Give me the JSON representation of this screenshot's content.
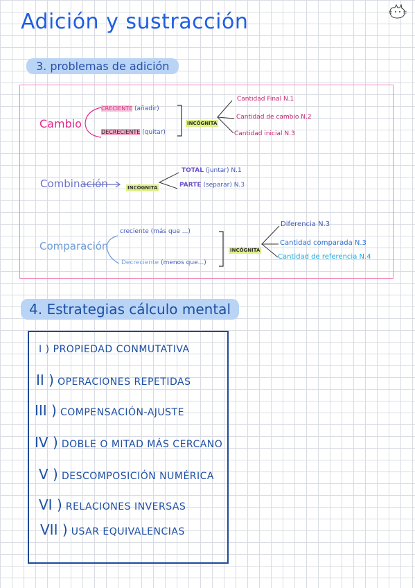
{
  "title": "Adición y sustracción",
  "section3": {
    "heading": "3. problemas de adición",
    "cambio": {
      "label": "Cambio",
      "creciente": "CRECIENTE",
      "creciente_note": "(añadir)",
      "decreciente": "DECRECIENTE",
      "decreciente_note": "(quitar)",
      "incognita": "INCÓGNITA",
      "outcomes": [
        "Cantidad Final N.1",
        "Cantidad de cambio N.2",
        "Cantidad inicial N.3"
      ]
    },
    "combinacion": {
      "label": "Combinación",
      "incognita": "INCÓGNITA",
      "total": "TOTAL",
      "total_note": "(juntar) N.1",
      "parte": "PARTE",
      "parte_note": "(separar) N.3"
    },
    "comparacion": {
      "label": "Comparación",
      "creciente": "creciente  (más que ...)",
      "decreciente": "Decreciente",
      "decreciente_note": "(menos que...)",
      "incognita": "INCÓGNITA",
      "outcomes": [
        "Diferencia N.3",
        "Cantidad comparada N.3",
        "Cantidad de referencia N.4"
      ]
    }
  },
  "section4": {
    "heading": "4. Estrategias cálculo mental",
    "items": [
      {
        "numeral": "I )",
        "text": "PROPIEDAD CONMUTATIVA"
      },
      {
        "numeral": "II )",
        "text": "OPERACIONES REPETIDAS"
      },
      {
        "numeral": "III )",
        "text": "COMPENSACIÓN-AJUSTE"
      },
      {
        "numeral": "IV )",
        "text": "DOBLE O MITAD MÁS CERCANO"
      },
      {
        "numeral": "V )",
        "text": "DESCOMPOSICIÓN NUMÉRICA"
      },
      {
        "numeral": "VI )",
        "text": "RELACIONES INVERSAS"
      },
      {
        "numeral": "VII )",
        "text": "USAR EQUIVALENCIAS"
      }
    ]
  },
  "colors": {
    "title": "#1f5fe0",
    "pink": "#e8288c",
    "blue": "#1d4fa3",
    "highlight_blue": "#b9d4f5",
    "highlight_green": "#dff08a",
    "highlight_pink": "#f6c1da"
  },
  "icons": [
    "cat-doodle-icon"
  ]
}
